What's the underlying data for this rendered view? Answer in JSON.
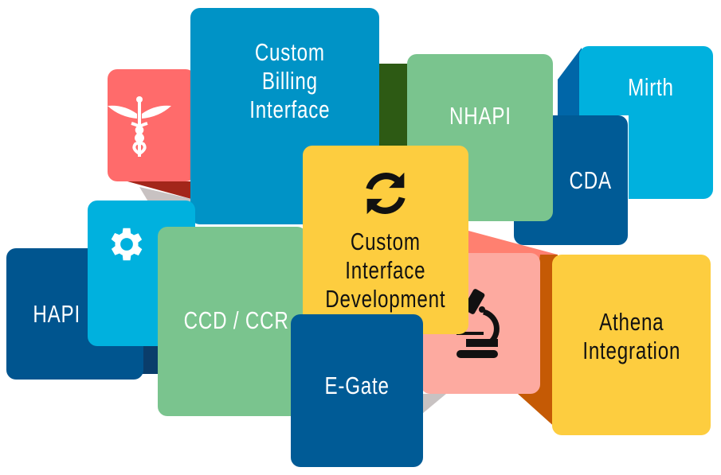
{
  "tiles": {
    "billing": "Custom\nBilling\nInterface",
    "nhapi": "NHAPI",
    "mirth": "Mirth",
    "cda": "CDA",
    "hapi": "HAPI",
    "ccd": "CCD / CCR",
    "center": "Custom\nInterface\nDevelopment",
    "egate": "E-Gate",
    "athena": "Athena\nIntegration"
  },
  "colors": {
    "red": "#ff6b6b",
    "blue": "#0093c6",
    "green": "#7ac48e",
    "cyan": "#00b1de",
    "navy": "#00558f",
    "yellow": "#fdcd3f",
    "pink": "#fdaaa0",
    "orange": "#c55a05"
  }
}
